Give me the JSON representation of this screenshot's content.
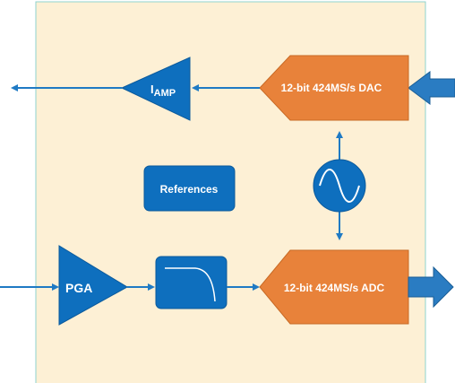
{
  "blocks": {
    "iamp": {
      "main": "I",
      "sub": "AMP"
    },
    "dac": "12-bit 424MS/s DAC",
    "adc": "12-bit 424MS/s ADC",
    "references": "References",
    "pga": "PGA"
  },
  "colors": {
    "board_fill": "#fdf0d5",
    "board_border": "#8fd3cf",
    "blue": "#0e6fbe",
    "dark_blue": "#0b5a9c",
    "orange": "#e8823a",
    "orange_border": "#c86a25",
    "arrow_blue": "#1f7ac4",
    "big_arrow": "#2a7cc2",
    "big_arrow_border": "#1a5e96"
  },
  "icons": {
    "oscillator": "sine-wave-icon",
    "filter": "lowpass-filter-icon"
  }
}
